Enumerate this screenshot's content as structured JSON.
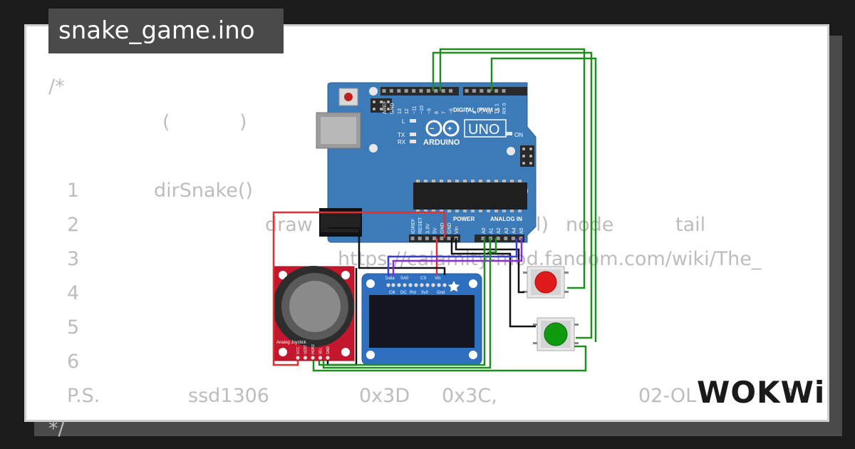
{
  "project": {
    "filename": "snake_game.ino"
  },
  "code_lines": [
    {
      "segments": [
        "/*"
      ]
    },
    {
      "segments": [
        "(",
        ")"
      ]
    },
    {
      "segments": [
        "1",
        "dirSnake()"
      ]
    },
    {
      "segments": [
        "2",
        "draw",
        "l)",
        "node",
        "tail"
      ]
    },
    {
      "segments": [
        "3",
        "https://calamity-mod.fandom.com/wiki/The_"
      ]
    },
    {
      "segments": [
        "4"
      ]
    },
    {
      "segments": [
        "5"
      ]
    },
    {
      "segments": [
        "6"
      ]
    },
    {
      "segments": [
        "P.S.",
        "ssd1306",
        "0x3D",
        "0x3C,",
        "02-OL",
        "?"
      ]
    },
    {
      "segments": [
        "*/"
      ]
    }
  ],
  "arduino": {
    "model": "UNO",
    "brand": "ARDUINO",
    "digital_label": "DIGITAL (PWM ~)",
    "power_label": "POWER",
    "analog_label": "ANALOG IN",
    "led_labels": [
      "L",
      "TX",
      "RX"
    ],
    "on_label": "ON",
    "top_pins": [
      "AREF",
      "GND",
      "13",
      "12",
      "~11",
      "~10",
      "~9",
      "8",
      "7",
      "~6",
      "~5",
      "4",
      "~3",
      "2",
      "TX 1",
      "RX 0"
    ],
    "power_pins": [
      "IOREF",
      "RESET",
      "3.3V",
      "5V",
      "GND",
      "GND",
      "Vin"
    ],
    "analog_pins": [
      "A0",
      "A1",
      "A2",
      "A3",
      "A4",
      "A5"
    ],
    "colors": {
      "board": "#3d7ab8",
      "header": "#2a2a2a"
    }
  },
  "oled": {
    "pin_labels": [
      "Data",
      "SA0",
      "CS",
      "Vin",
      "Clk",
      "DC",
      "Rst",
      "3v3",
      "Gnd"
    ],
    "colors": {
      "board": "#2f6fc0",
      "screen": "#15151f"
    }
  },
  "joystick": {
    "label": "Analog Joystick",
    "pins": [
      "VCC",
      "VERT",
      "HORZ",
      "SEL",
      "GND"
    ],
    "color": "#c4172d"
  },
  "buttons": [
    {
      "name": "red-button",
      "color": "#e01b1b"
    },
    {
      "name": "green-button",
      "color": "#109a10"
    }
  ],
  "wire_colors": {
    "red": "#e03030",
    "black": "#111111",
    "green": "#1e8f1e",
    "blue": "#3b3bdd",
    "purple": "#8a2be2"
  },
  "logo": {
    "text": "WOKWi"
  }
}
